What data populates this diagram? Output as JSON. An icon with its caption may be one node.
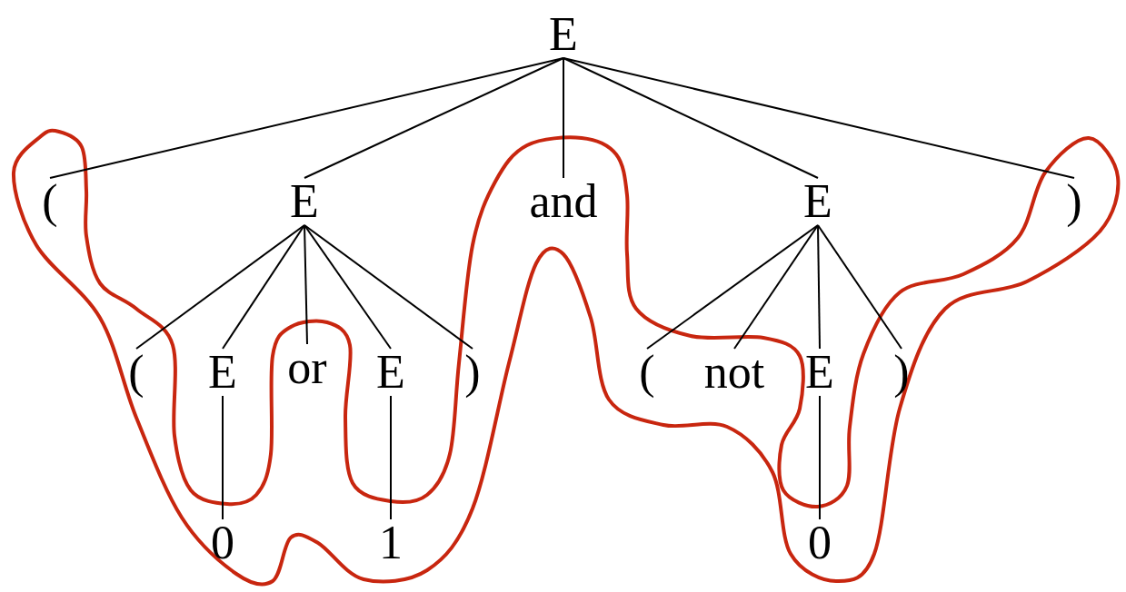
{
  "diagram": {
    "nodes": [
      {
        "text": [
          "E"
        ]
      },
      {
        "text": [
          "("
        ]
      },
      {
        "text": [
          "E"
        ]
      },
      {
        "text": [
          "and"
        ]
      },
      {
        "text": [
          "E"
        ]
      },
      {
        "text": [
          ")"
        ]
      },
      {
        "text": [
          "("
        ]
      },
      {
        "text": [
          "E"
        ]
      },
      {
        "text": [
          "or"
        ]
      },
      {
        "text": [
          "E"
        ]
      },
      {
        "text": [
          ")"
        ]
      },
      {
        "text": [
          "("
        ]
      },
      {
        "text": [
          "not"
        ]
      },
      {
        "text": [
          "E"
        ]
      },
      {
        "text": [
          ")"
        ]
      },
      {
        "text": [
          "0"
        ]
      },
      {
        "text": [
          "1"
        ]
      },
      {
        "text": [
          "0"
        ]
      }
    ],
    "edges": [
      {
        "from": 0,
        "to": 1,
        "arrow": "none"
      },
      {
        "from": 0,
        "to": 2,
        "arrow": "none"
      },
      {
        "from": 0,
        "to": 3,
        "arrow": "none"
      },
      {
        "from": 0,
        "to": 4,
        "arrow": "none"
      },
      {
        "from": 0,
        "to": 5,
        "arrow": "none"
      },
      {
        "from": 2,
        "to": 6,
        "arrow": "none"
      },
      {
        "from": 2,
        "to": 7,
        "arrow": "none"
      },
      {
        "from": 2,
        "to": 8,
        "arrow": "none"
      },
      {
        "from": 2,
        "to": 9,
        "arrow": "none"
      },
      {
        "from": 2,
        "to": 10,
        "arrow": "none"
      },
      {
        "from": 4,
        "to": 11,
        "arrow": "none"
      },
      {
        "from": 4,
        "to": 12,
        "arrow": "none"
      },
      {
        "from": 4,
        "to": 13,
        "arrow": "none"
      },
      {
        "from": 4,
        "to": 14,
        "arrow": "none"
      },
      {
        "from": 7,
        "to": 15,
        "arrow": "none"
      },
      {
        "from": 9,
        "to": 16,
        "arrow": "none"
      },
      {
        "from": 13,
        "to": 17,
        "arrow": "none"
      }
    ]
  }
}
